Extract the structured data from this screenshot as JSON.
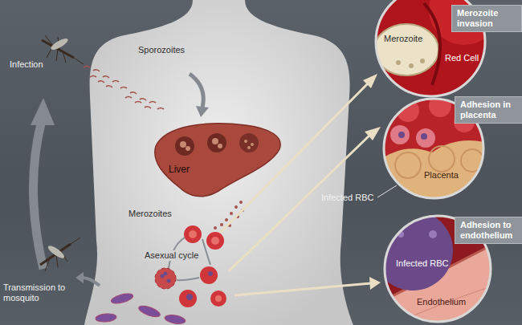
{
  "diagram": {
    "nodes": [
      {
        "text": [
          "Liver"
        ]
      },
      {
        "text": [
          "Merozoite invasion",
          "Merozoite",
          "Red Cell"
        ]
      },
      {
        "text": [
          "Adhesion in placenta",
          "Placenta"
        ]
      },
      {
        "text": [
          "Adhesion to endothelium",
          "Infected RBC",
          "Endothelium"
        ]
      }
    ],
    "labels": [
      "Infection",
      "Sporozoites",
      "Merozoites",
      "Asexual cycle",
      "Transmission to mosquito",
      "Infected RBC"
    ]
  }
}
